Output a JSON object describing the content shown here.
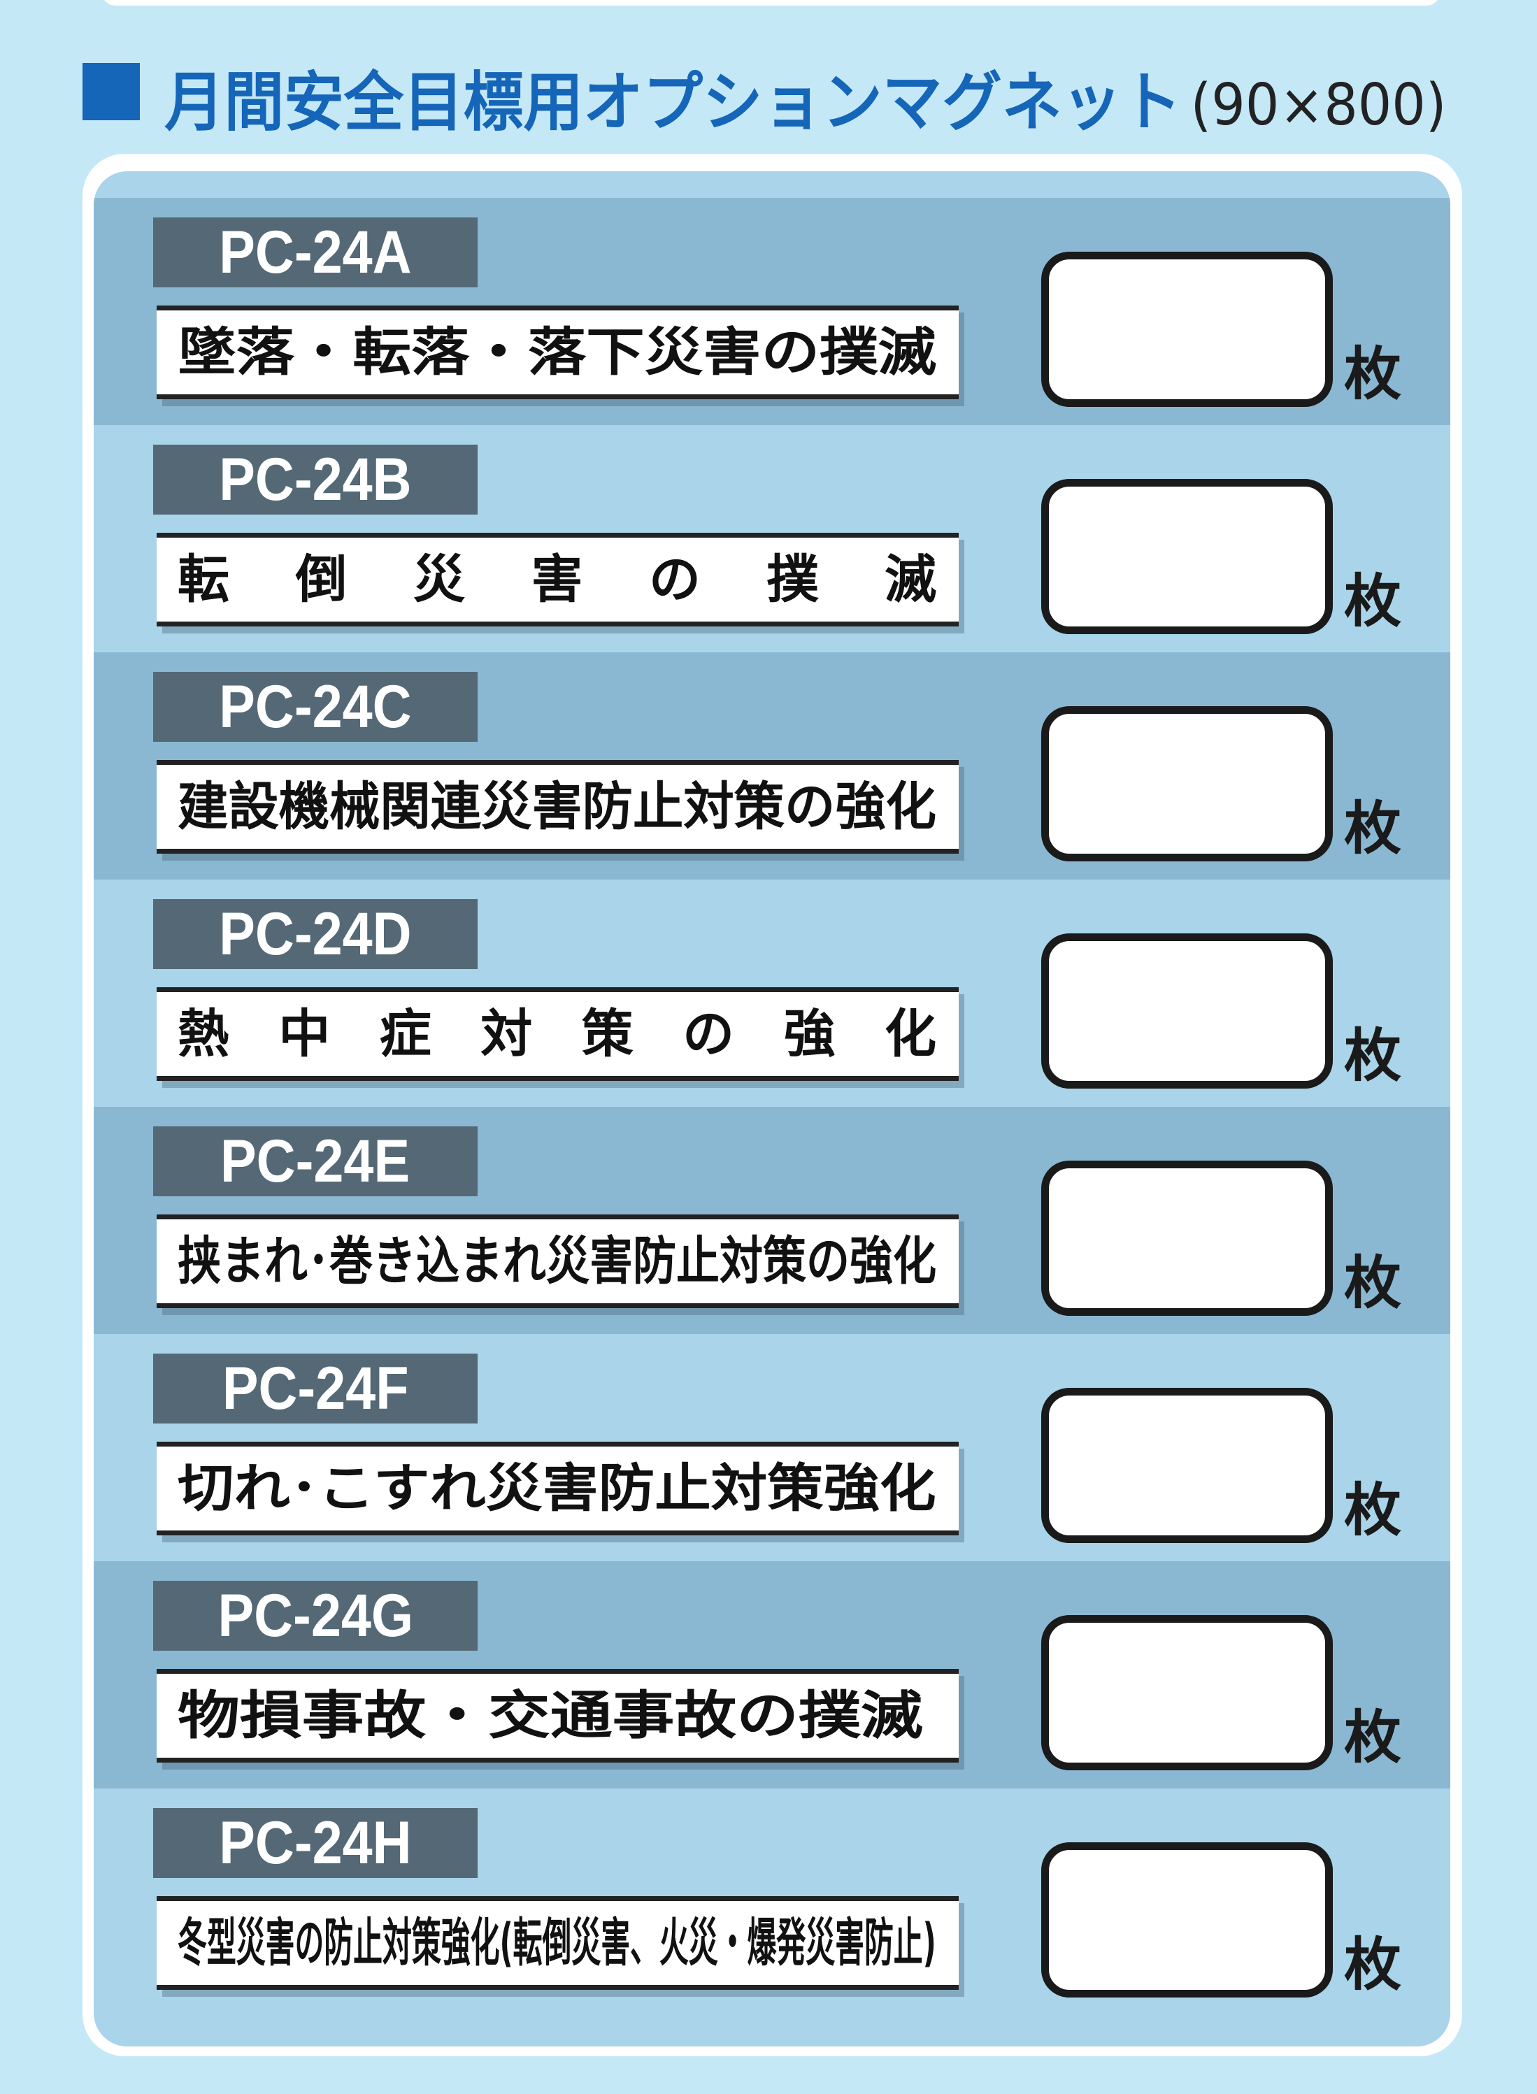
{
  "header": {
    "title": "月間安全目標用オプションマグネット",
    "size": "(90×800)"
  },
  "colors": {
    "page_bg": "#c5e8f7",
    "title": "#1565b8",
    "row_dark": "#8ab8d3",
    "row_light": "#a9d4ea",
    "code_bg": "#546975"
  },
  "items": [
    {
      "code": "PC-24A",
      "text": "墜落・転落・落下災害の撲滅",
      "unit": "枚"
    },
    {
      "code": "PC-24B",
      "text": "転倒災害の撲滅",
      "unit": "枚"
    },
    {
      "code": "PC-24C",
      "text": "建設機械関連災害防止対策の強化",
      "unit": "枚"
    },
    {
      "code": "PC-24D",
      "text": "熱中症対策の強化",
      "unit": "枚"
    },
    {
      "code": "PC-24E",
      "text": "挟まれ･巻き込まれ災害防止対策の強化",
      "unit": "枚"
    },
    {
      "code": "PC-24F",
      "text": "切れ･こすれ災害防止対策強化",
      "unit": "枚"
    },
    {
      "code": "PC-24G",
      "text": "物損事故・交通事故の撲滅",
      "unit": "枚"
    },
    {
      "code": "PC-24H",
      "text": "冬型災害の防止対策強化(転倒災害、火災・爆発災害防止)",
      "unit": "枚"
    }
  ]
}
